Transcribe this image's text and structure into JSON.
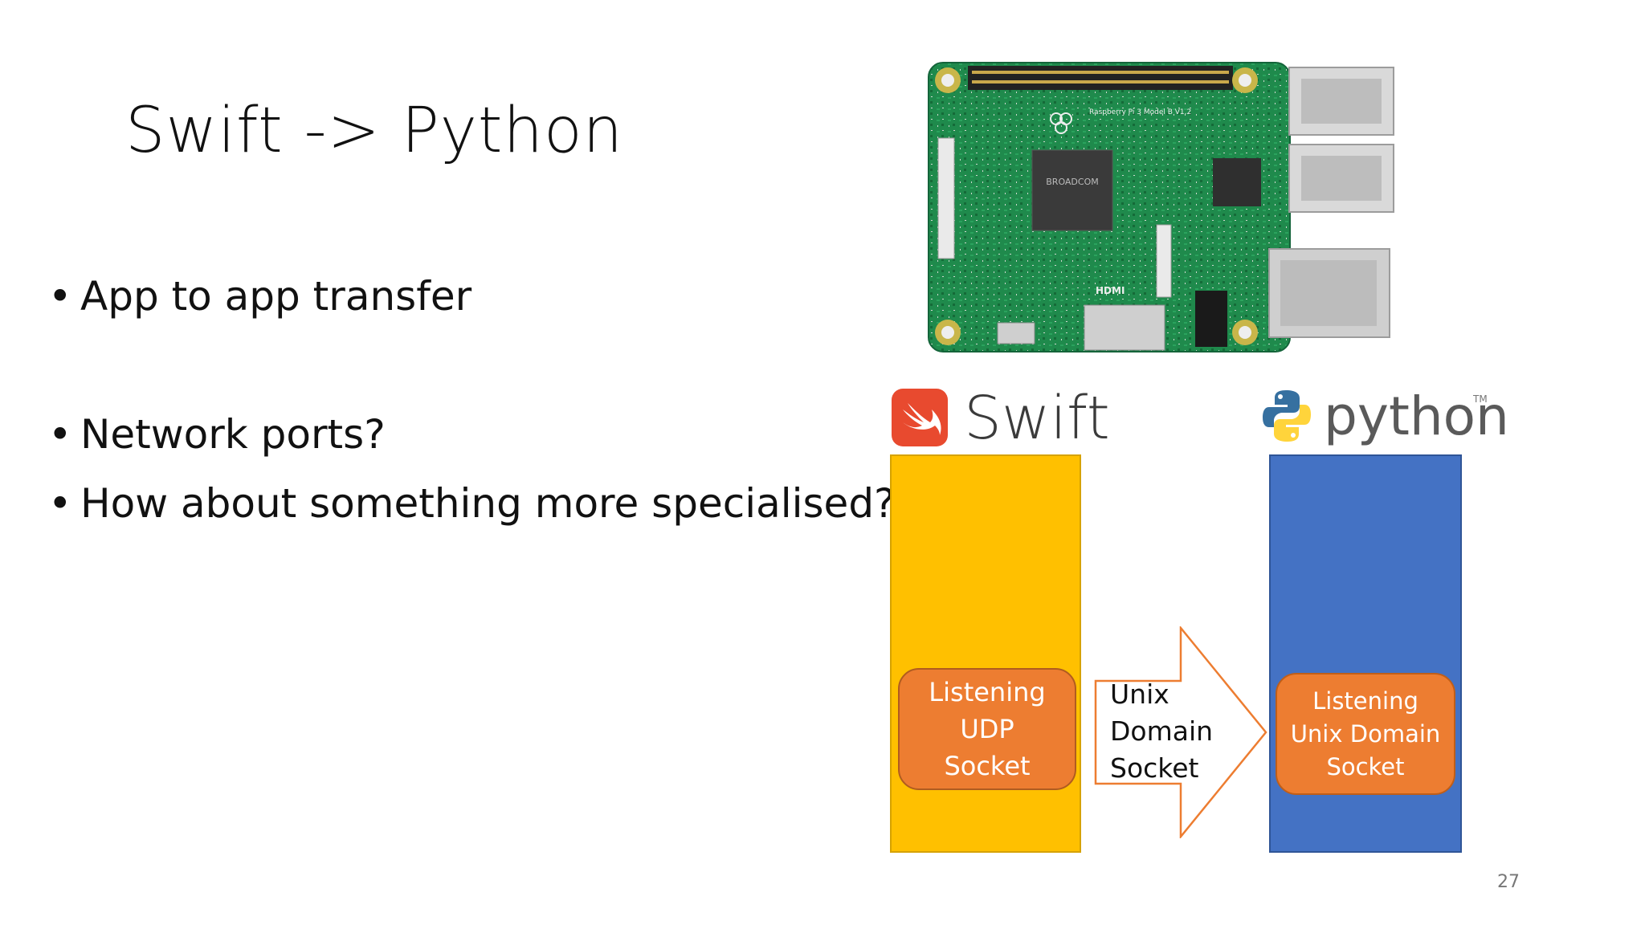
{
  "slide": {
    "title": "Swift -> Python",
    "page_number": "27"
  },
  "bullets": [
    {
      "text": "App to app transfer"
    },
    {
      "text": "Network ports?"
    },
    {
      "text": "How about something more specialised?"
    }
  ],
  "diagram": {
    "left_column": {
      "logo_text": "Swift",
      "box_lines": [
        "Listening",
        "UDP",
        "Socket"
      ],
      "color": "#FFC000"
    },
    "right_column": {
      "logo_text": "python",
      "logo_tm": "TM",
      "box_lines": [
        "Listening",
        "Unix Domain",
        "Socket"
      ],
      "color": "#4472C4"
    },
    "arrow_lines": [
      "Unix",
      "Domain",
      "Socket"
    ],
    "box_color": "#ED7D31",
    "arrow_outline_color": "#ED7D31"
  },
  "image": {
    "pi_board_text": "Raspberry Pi 3 Model B V1.2",
    "pi_hdmi_label": "HDMI",
    "pi_chip_label": "BROADCOM"
  }
}
